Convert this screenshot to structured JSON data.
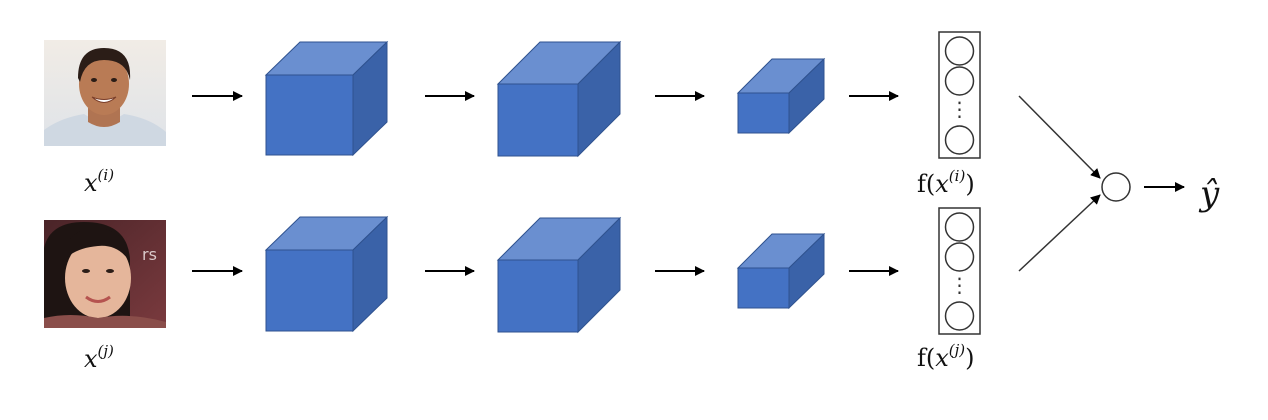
{
  "rows": [
    {
      "id": "i",
      "input_label_base": "x",
      "input_label_sup": "(i)",
      "embedding_prefix": "f(",
      "embedding_var": "x",
      "embedding_sup": "(i)",
      "embedding_suffix": ")"
    },
    {
      "id": "j",
      "input_label_base": "x",
      "input_label_sup": "(j)",
      "embedding_prefix": "f(",
      "embedding_var": "x",
      "embedding_sup": "(j)",
      "embedding_suffix": ")"
    }
  ],
  "embedding_dots": "⋮",
  "output_label": "ŷ",
  "colors": {
    "cube_front": "#4472c4",
    "cube_top": "#6a8fd0",
    "cube_side": "#3a62a8",
    "cube_edge": "#2f528f",
    "arrow": "#000000"
  }
}
